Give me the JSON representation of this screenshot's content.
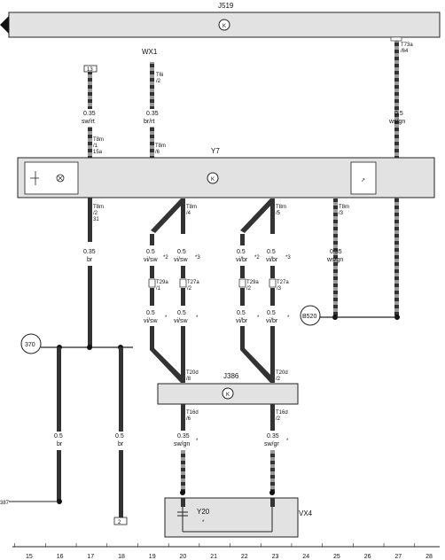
{
  "components": {
    "j519": {
      "label": "J519"
    },
    "wx1": {
      "label": "WX1"
    },
    "y7": {
      "label": "Y7"
    },
    "j386": {
      "label": "J386"
    },
    "vx4": {
      "label": "VX4"
    },
    "y20": {
      "label": "Y20"
    }
  },
  "refs": {
    "r13": "13",
    "r2": "2",
    "c370": "370",
    "cB520": "B520",
    "r387": "387"
  },
  "wires": {
    "w17_top": {
      "size": "0.35",
      "color": "sw/rt",
      "conn": "T8m",
      "pin1": "/1",
      "pin2": "15a"
    },
    "w20_top": {
      "size": "0.35",
      "color": "br/rt",
      "conn": "T8m",
      "pin": "/6",
      "src_conn": "T6i",
      "src_pin": "/2"
    },
    "w27_top": {
      "size": "0.5",
      "color": "ws/gn",
      "src_conn": "T73a",
      "src_pin": "/64"
    },
    "w17_bot": {
      "size": "0.35",
      "color": "br",
      "conn": "T8m",
      "pin1": "/2",
      "pin2": "31"
    },
    "w20_bot": {
      "conn": "T8m",
      "pin": "/4"
    },
    "w23_bot": {
      "conn": "T8m",
      "pin": "/5"
    },
    "w25_bot": {
      "size": "0.35",
      "color": "ws/gn",
      "conn": "T8m",
      "pin": "/3"
    },
    "w19a": {
      "size": "0.5",
      "color": "vi/sw",
      "note": "*2",
      "conn": "T29a",
      "pin": "/1"
    },
    "w20a": {
      "size": "0.5",
      "color": "vi/sw",
      "note": "*3",
      "conn": "T27a",
      "pin": "/2"
    },
    "w22a": {
      "size": "0.5",
      "color": "vi/br",
      "note": "*2",
      "conn": "T29a",
      "pin": "/2"
    },
    "w23a": {
      "size": "0.5",
      "color": "vi/br",
      "note": "*3",
      "conn": "T27a",
      "pin": "/3"
    },
    "w19b": {
      "size": "0.5",
      "color": "vi/sw",
      "note": "*"
    },
    "w20b": {
      "size": "0.5",
      "color": "vi/sw",
      "note": "*"
    },
    "w22b": {
      "size": "0.5",
      "color": "vi/br",
      "note": "*"
    },
    "w23b": {
      "size": "0.5",
      "color": "vi/br",
      "note": "*"
    },
    "j386_in20": {
      "conn": "T20d",
      "pin": "/8"
    },
    "j386_in23": {
      "conn": "T20d",
      "pin": "/2"
    },
    "w20_out": {
      "size": "0.35",
      "color": "sw/gn",
      "note": "*",
      "conn": "T16d",
      "pin": "/6"
    },
    "w23_out": {
      "size": "0.35",
      "color": "sw/gr",
      "note": "*",
      "conn": "T16d",
      "pin": "/2"
    },
    "w16": {
      "size": "0.5",
      "color": "br"
    },
    "w18": {
      "size": "0.5",
      "color": "br"
    },
    "y20_note": "*"
  },
  "columns": [
    "15",
    "16",
    "17",
    "18",
    "19",
    "20",
    "21",
    "22",
    "23",
    "24",
    "25",
    "26",
    "27",
    "28"
  ],
  "colors": {
    "box_fill": "#e2e2e2",
    "line": "#222222"
  }
}
